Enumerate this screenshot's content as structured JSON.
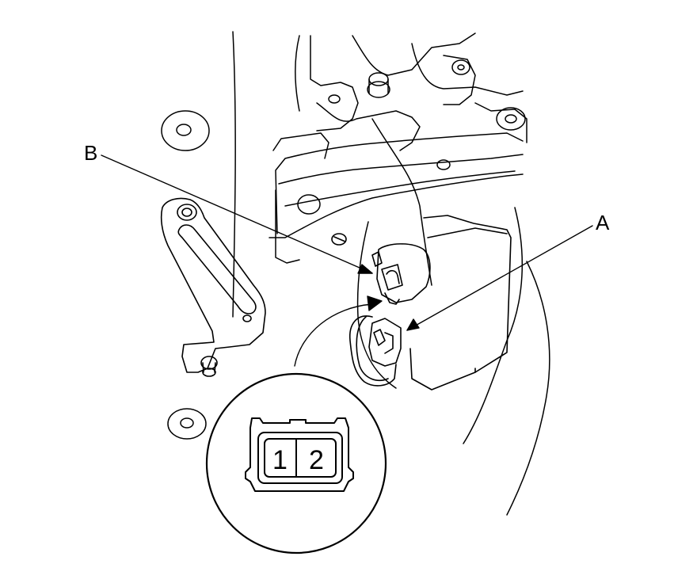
{
  "callouts": {
    "a": "A",
    "b": "B"
  },
  "connector_inset": {
    "pin_1": "1",
    "pin_2": "2"
  },
  "colors": {
    "line": "#000000",
    "background": "#ffffff"
  }
}
